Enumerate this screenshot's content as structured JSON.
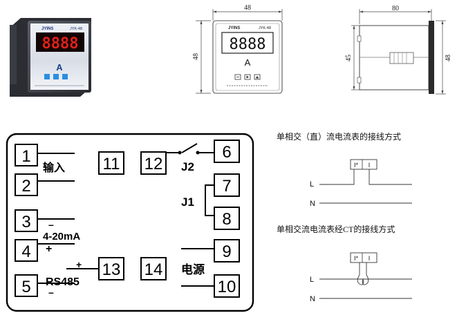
{
  "photo": {
    "brand": "JYINS",
    "model": "JYK-48",
    "digits": "8888",
    "unit": "A"
  },
  "front_view": {
    "brand": "JYINS",
    "model": "JYK-48",
    "digits": "8888",
    "unit": "A",
    "width_dim": "48",
    "height_dim": "48"
  },
  "side_view": {
    "depth_dim": "80",
    "body_dim": "45",
    "face_dim": "48"
  },
  "terminals": {
    "t1": "1",
    "t2": "2",
    "t3": "3",
    "t4": "4",
    "t5": "5",
    "t6": "6",
    "t7": "7",
    "t8": "8",
    "t9": "9",
    "t10": "10",
    "t11": "11",
    "t12": "12",
    "t13": "13",
    "t14": "14"
  },
  "labels": {
    "input": "输入",
    "current_range": "4-20mA",
    "rs485": "RS485",
    "relay2": "J2",
    "relay1": "J1",
    "power": "电源",
    "plus_4": "+",
    "minus_3": "–",
    "plus_13": "+",
    "minus_5": "–"
  },
  "wiring": {
    "direct": {
      "title": "单相交（直）流电流表的接线方式",
      "l_label": "L",
      "n_label": "N",
      "terminal_a": "I*",
      "terminal_b": "I"
    },
    "ct": {
      "title": "单相交流电流表经CT的接线方式",
      "l_label": "L",
      "n_label": "N",
      "terminal_a": "I*",
      "terminal_b": "I"
    }
  }
}
